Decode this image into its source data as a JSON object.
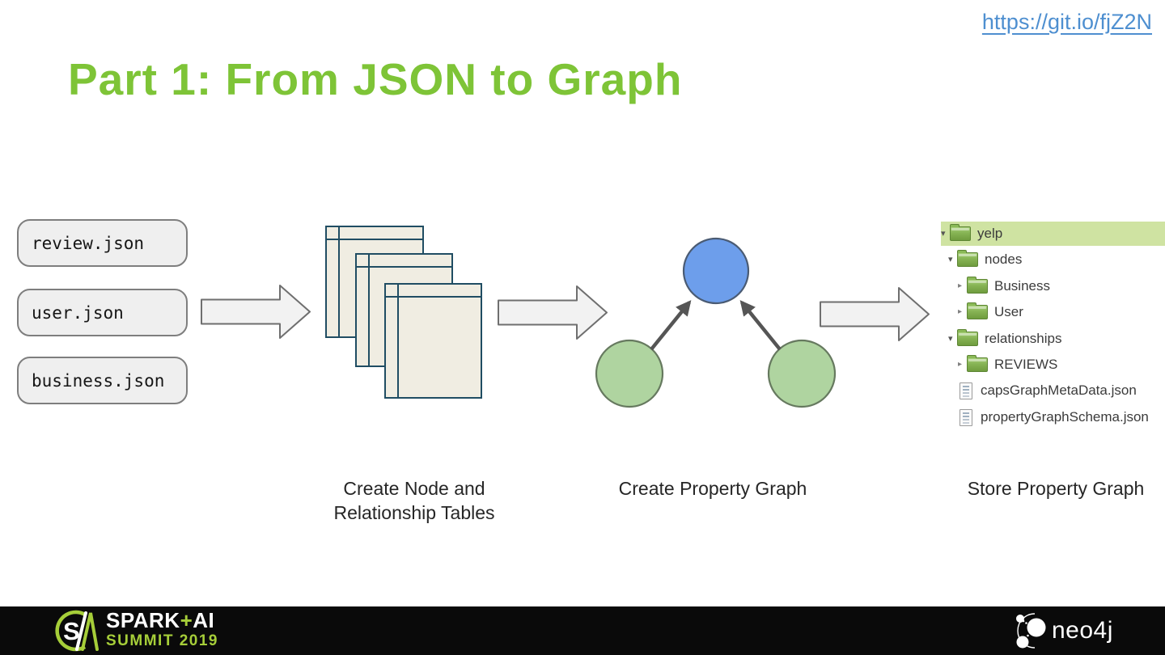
{
  "header": {
    "link_url": "https://git.io/fjZ2N",
    "title": "Part 1: From JSON to Graph"
  },
  "sources": {
    "files": [
      "review.json",
      "user.json",
      "business.json"
    ]
  },
  "captions": {
    "step1_line1": "Create Node and",
    "step1_line2": "Relationship Tables",
    "step2": "Create Property Graph",
    "step3": "Store Property Graph"
  },
  "file_tree": {
    "items": [
      {
        "name": "yelp",
        "type": "folder",
        "state": "expanded",
        "selected": true
      },
      {
        "name": "nodes",
        "type": "folder",
        "state": "expanded",
        "selected": false
      },
      {
        "name": "Business",
        "type": "folder",
        "state": "collapsed",
        "selected": false
      },
      {
        "name": "User",
        "type": "folder",
        "state": "collapsed",
        "selected": false
      },
      {
        "name": "relationships",
        "type": "folder",
        "state": "expanded",
        "selected": false
      },
      {
        "name": "REVIEWS",
        "type": "folder",
        "state": "collapsed",
        "selected": false
      },
      {
        "name": "capsGraphMetaData.json",
        "type": "file",
        "state": "none",
        "selected": false
      },
      {
        "name": "propertyGraphSchema.json",
        "type": "file",
        "state": "none",
        "selected": false
      }
    ]
  },
  "icons": {
    "caret_expanded": "▾",
    "caret_collapsed": "▸"
  },
  "footer": {
    "spark_word1": "SPARK",
    "spark_plus": "+",
    "spark_word2": "AI",
    "spark_line2": "SUMMIT 2019",
    "neo4j_wordmark": "neo4j"
  },
  "colors": {
    "title_green": "#7EC437",
    "link_blue": "#4E8FD0",
    "footer_green": "#A6CE39",
    "node_blue_fill": "#6D9EEB",
    "node_green_fill": "#AFD4A0",
    "tree_selected_bg": "#CFE3A2",
    "table_fill": "#F0EDE2",
    "table_border": "#204D63"
  }
}
